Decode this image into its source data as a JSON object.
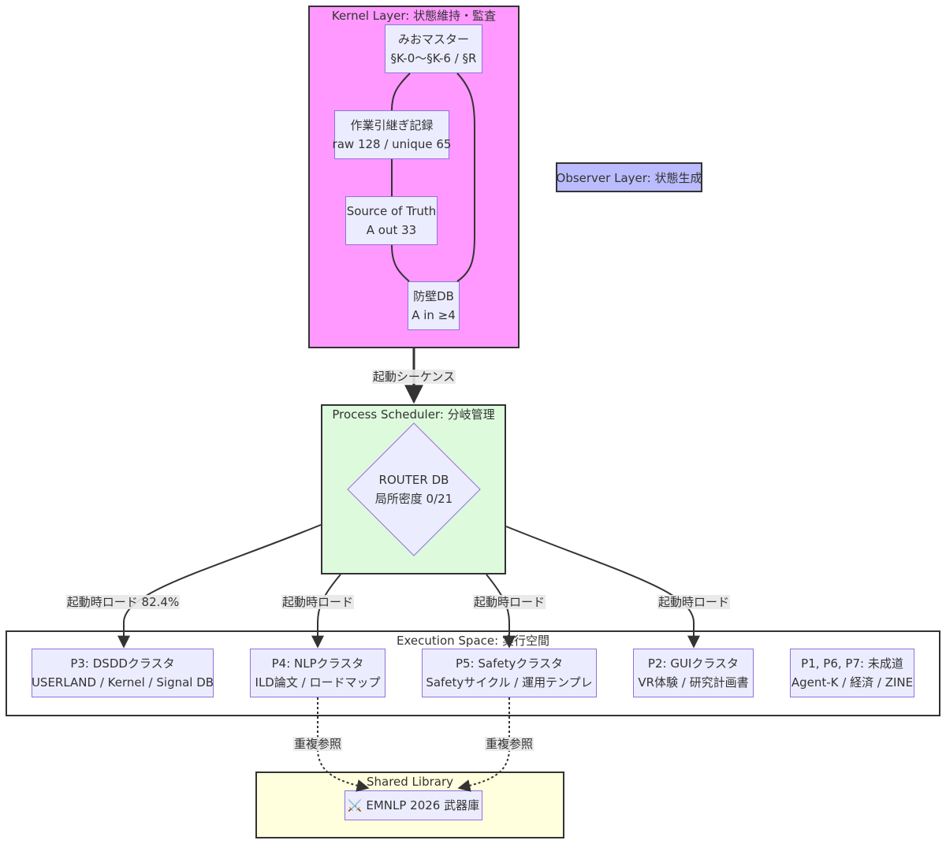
{
  "clusters": {
    "kernel": {
      "title": "Kernel Layer: 状態維持・監査"
    },
    "scheduler": {
      "title": "Process Scheduler: 分岐管理"
    },
    "execution": {
      "title": "Execution Space: 実行空間"
    },
    "library": {
      "title": "Shared Library"
    }
  },
  "observer": {
    "label": "Observer Layer: 状態生成"
  },
  "nodes": {
    "mio_master": {
      "line1": "みおマスター",
      "line2": "§K-0〜§K-6 / §R"
    },
    "handover": {
      "line1": "作業引継ぎ記録",
      "line2": "raw 128 / unique 65"
    },
    "source_truth": {
      "line1": "Source of Truth",
      "line2": "A out 33"
    },
    "firewall_db": {
      "line1": "防壁DB",
      "line2": "A in ≥4"
    },
    "router_db": {
      "line1": "ROUTER DB",
      "line2": "局所密度 0/21"
    },
    "p3": {
      "line1": "P3: DSDDクラスタ",
      "line2": "USERLAND / Kernel / Signal DB"
    },
    "p4": {
      "line1": "P4: NLPクラスタ",
      "line2": "ILD論文 / ロードマップ"
    },
    "p5": {
      "line1": "P5: Safetyクラスタ",
      "line2": "Safetyサイクル / 運用テンプレ"
    },
    "p2": {
      "line1": "P2: GUIクラスタ",
      "line2": "VR体験 / 研究計画書"
    },
    "p167": {
      "line1": "P1, P6, P7: 未成道",
      "line2": "Agent-K / 経済 / ZINE"
    },
    "emnlp": {
      "label": "⚔️ EMNLP 2026 武器庫"
    }
  },
  "edge_labels": {
    "boot_sequence": "起動シーケンス",
    "load_p3": "起動時ロード 82.4%",
    "load_p4": "起動時ロード",
    "load_p5": "起動時ロード",
    "load_p2": "起動時ロード",
    "dup_ref_p4": "重複参照",
    "dup_ref_p5": "重複参照"
  },
  "colors": {
    "kernel_fill": "#FF99FF",
    "scheduler_fill": "#DDFADD",
    "execution_fill": "#FFFFFF",
    "library_fill": "#FFFFDE",
    "observer_fill": "#BBBBFF",
    "node_fill": "#ECECFF",
    "node_border": "#9370DB",
    "edge": "#333333"
  }
}
